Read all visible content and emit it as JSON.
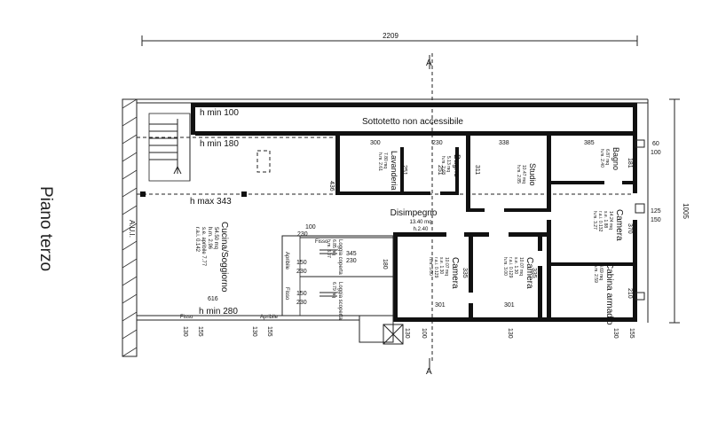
{
  "side_title": "Piano terzo",
  "dimensions": {
    "total_width": "2209",
    "total_height": "1005",
    "d60": "60",
    "d100_right": "100",
    "d181": "181",
    "d370": "370",
    "d125": "125",
    "d150": "150",
    "d210": "210",
    "d300": "300",
    "d230_top": "230",
    "d338": "338",
    "d385": "385",
    "d251a": "251",
    "d251b": "251",
    "d311": "311",
    "d436": "436",
    "d100_left": "100",
    "d230_left": "230",
    "d345": "345",
    "d230_b": "230",
    "d180": "180",
    "d150_a": "150",
    "d230_c": "230",
    "d150_b": "150",
    "d230_d": "230",
    "d616": "616",
    "d335a": "335",
    "d335b": "335",
    "d301a": "301",
    "d301b": "301",
    "b130a": "130",
    "b155a": "155",
    "b130b": "130",
    "b155b": "155",
    "b130c": "130",
    "b100": "100",
    "b130d": "130",
    "b130e": "130",
    "b155c": "155"
  },
  "section_marks": {
    "top": "A",
    "bottom": "A"
  },
  "labels": {
    "aui": "A.U.I.",
    "h_min_100": "h min 100",
    "h_min_180": "h min 180",
    "h_max_343": "h max 343",
    "h_min_280": "h min 280",
    "sottotetto": "Sottotetto non accessibile",
    "fisso_top": "Fisso",
    "fisso_left": "Fisso",
    "fisso_bottom": "Fisso",
    "apribile_left": "Apribile",
    "apribile_bottom": "Apribile"
  },
  "rooms": {
    "cucina": {
      "name": "Cucina/Soggiorno",
      "area": "54.50 mq",
      "hm": "h.m. 2.96",
      "se": "s.e. apribile 7.77",
      "rai": "r.a.i. 0.142"
    },
    "lavanderia": {
      "name": "Lavanderia",
      "area": "7.80 mq",
      "hm": "h.m. 2.61"
    },
    "bagno1": {
      "name": "Bagno",
      "area": "5.13 mq",
      "hm": "h.m. 2.68"
    },
    "studio": {
      "name": "Studio",
      "area": "10.47 mq",
      "hm": "h.m. 2.85"
    },
    "bagno2": {
      "name": "Bagno",
      "area": "6.87 mq",
      "hm": "h.m. 2.40"
    },
    "disimpegno": {
      "name": "Disimpegno",
      "area": "13.40 mq",
      "h": "h.2.40"
    },
    "camera_r": {
      "name": "Camera",
      "area": "14.24 mq",
      "se": "s.e. 1.88",
      "rai": "r.a.i. 0.132",
      "hm": "h.m. 3.27"
    },
    "loggia_coperta": {
      "name": "Loggia coperta",
      "area": "6.85 mq",
      "hm": "h.m. 3.07"
    },
    "loggia_scoperta": {
      "name": "Loggia scoperta",
      "area": "6.79 mq"
    },
    "camera_a": {
      "name": "Camera",
      "area": "10.07 mq",
      "se": "s.e. 1.30",
      "rai": "r.a.i. 0.129",
      "hm": "h.m. 3.00"
    },
    "camera_b": {
      "name": "Camera",
      "area": "10.07 mq",
      "se": "s.e. 1.30",
      "rai": "r.a.i. 0.129",
      "hm": "h.m. 3.00"
    },
    "cabina": {
      "name": "Cabina armadio",
      "area": "8.69 mq",
      "hm": "h.m. 2.59"
    }
  }
}
